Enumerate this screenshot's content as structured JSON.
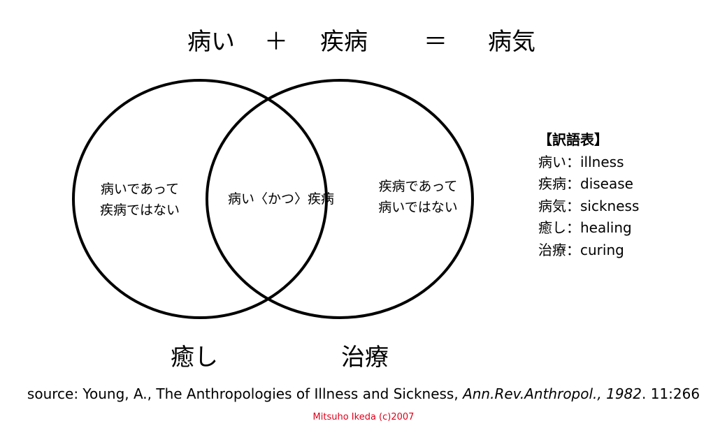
{
  "header": {
    "term1": "病い",
    "plus": "＋",
    "term2": "疾病",
    "equals": "＝",
    "term3": "病気"
  },
  "regions": {
    "left_line1": "病いであって",
    "left_line2": "疾病ではない",
    "middle": "病い〈かつ〉疾病",
    "right_line1": "疾病であって",
    "right_line2": "病いではない"
  },
  "bottom_labels": {
    "left": "癒し",
    "right": "治療"
  },
  "glossary": {
    "title": "【訳語表】",
    "items": [
      {
        "ja": "病い",
        "sep": "：",
        "en": "illness"
      },
      {
        "ja": "疾病",
        "sep": "：",
        "en": "disease"
      },
      {
        "ja": "病気",
        "sep": "：",
        "en": "sickness"
      },
      {
        "ja": "癒し",
        "sep": "：",
        "en": "healing"
      },
      {
        "ja": "治療",
        "sep": "：",
        "en": "curing"
      }
    ]
  },
  "source": {
    "prefix": "source: Young, A., The Anthropologies of Illness and Sickness, ",
    "journal": "Ann.Rev.Anthropol., 1982",
    "suffix": ". 11:266"
  },
  "credit": "Mitsuho Ikeda (c)2007",
  "colors": {
    "credit": "#e0001a",
    "stroke": "#000000"
  }
}
